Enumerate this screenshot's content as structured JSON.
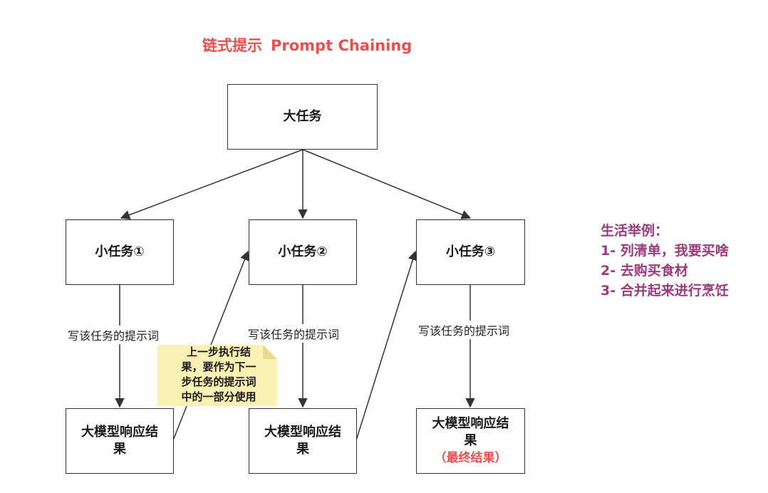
{
  "title": {
    "cn": "链式提示",
    "en": "Prompt Chaining"
  },
  "colors": {
    "title": "#e8504f",
    "side_note": "#9b3a7c",
    "note_fill": "#fbf1b4",
    "stroke": "#333333"
  },
  "nodes": {
    "root": "大任务",
    "subtask1": "小任务①",
    "subtask2": "小任务②",
    "subtask3": "小任务③",
    "response1": [
      "大模型响应结",
      "果"
    ],
    "response2": [
      "大模型响应结",
      "果"
    ],
    "response3": [
      "大模型响应结",
      "果"
    ],
    "response3_tag": "（最终结果）"
  },
  "edge_labels": {
    "write1": "写该任务的提示词",
    "write2": "写该任务的提示词",
    "write3": "写该任务的提示词"
  },
  "note": {
    "lines": [
      "上一步执行结",
      "果，要作为下一",
      "步任务的提示词",
      "中的一部分使用"
    ],
    "icon": "sticky-note-icon"
  },
  "side_note": {
    "heading": "生活举例：",
    "items": [
      "1- 列清单，我要买啥",
      "2- 去购买食材",
      "3- 合并起来进行烹饪"
    ]
  }
}
